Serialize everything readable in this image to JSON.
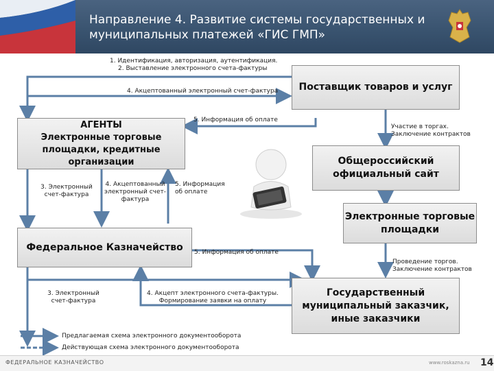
{
  "title": "Направление 4. Развитие системы государственных и муниципальных платежей «ГИС ГМП»",
  "boxes": {
    "supplier": "Поставщик товаров и услуг",
    "agents_title": "АГЕНТЫ",
    "agents_sub": "Электронные торговые площадки, кредитные организации",
    "official_site": "Общероссийский официальный сайт",
    "etp": "Электронные торговые площадки",
    "treasury": "Федеральное Казначейство",
    "customer": "Государственный муниципальный заказчик, иные заказчики"
  },
  "labels": {
    "l1": "1. Идентификация, авторизация, аутентификация.",
    "l2": "2. Выставление электронного счета-фактуры",
    "l4_top": "4. Акцептованный электронный счет-фактура",
    "l5_top": "5. Информация об оплате",
    "participation": "Участие в торгах. Заключение контрактов",
    "l3_left": "3. Электронный счет-фактура",
    "l4_mid": "4. Акцептованный электронный счет-фактура",
    "l5_mid": "5. Информация об оплате",
    "l5_bottom": "5. Информация об оплате",
    "conduct": "Проведение торгов. Заключение контрактов",
    "l3_bottom": "3. Электронный счет-фактура",
    "l4_bottom": "4. Акцепт электронного счета-фактуры. Формирование заявки на оплату"
  },
  "legend": {
    "proposed": "Предлагаемая схема электронного документооборота",
    "current": "Действующая схема электронного документооборота"
  },
  "footer": {
    "org": "ФЕДЕРАЛЬНОЕ КАЗНАЧЕЙСТВО",
    "url": "www.roskazna.ru",
    "page": "14"
  },
  "colors": {
    "header": "#3a5470",
    "line": "#5b7fa6"
  }
}
